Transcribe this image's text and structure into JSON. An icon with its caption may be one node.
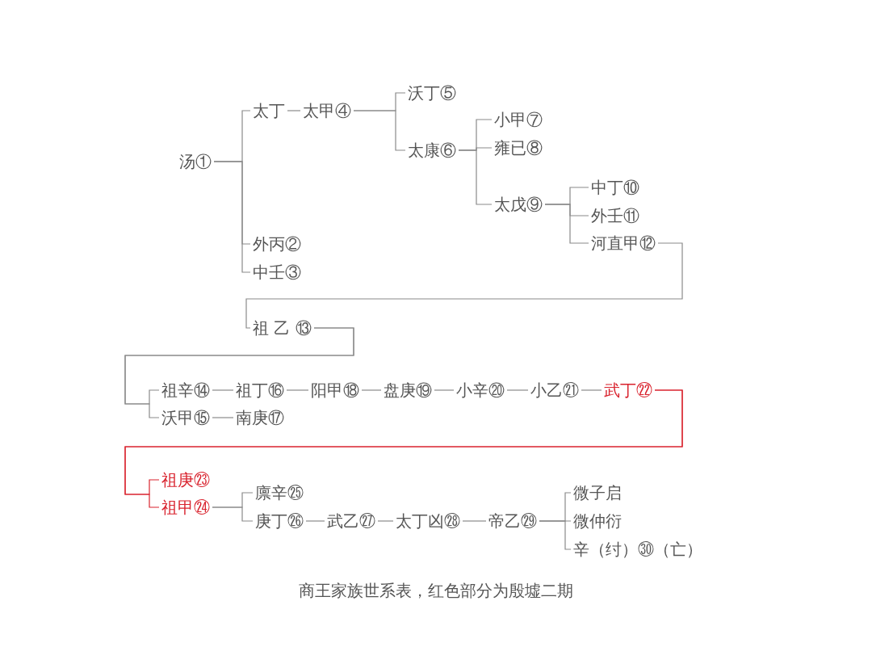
{
  "diagram": {
    "caption": "商王家族世系表，红色部分为殷墟二期",
    "nodes": [
      {
        "text": [
          "汤①"
        ]
      },
      {
        "text": [
          "太丁"
        ]
      },
      {
        "text": [
          "太甲④"
        ]
      },
      {
        "text": [
          "外丙②"
        ]
      },
      {
        "text": [
          "中壬③"
        ]
      },
      {
        "text": [
          "沃丁⑤"
        ]
      },
      {
        "text": [
          "太康⑥"
        ]
      },
      {
        "text": [
          "小甲⑦"
        ]
      },
      {
        "text": [
          "雍已⑧"
        ]
      },
      {
        "text": [
          "太戊⑨"
        ]
      },
      {
        "text": [
          "中丁⑩"
        ]
      },
      {
        "text": [
          "外壬⑪"
        ]
      },
      {
        "text": [
          "河直甲⑫"
        ]
      },
      {
        "text": [
          "祖 乙 ⑬"
        ]
      },
      {
        "text": [
          "祖辛⑭"
        ]
      },
      {
        "text": [
          "沃甲⑮"
        ]
      },
      {
        "text": [
          "祖丁⑯"
        ]
      },
      {
        "text": [
          "南庚⑰"
        ]
      },
      {
        "text": [
          "阳甲⑱"
        ]
      },
      {
        "text": [
          "盘庚⑲"
        ]
      },
      {
        "text": [
          "小辛⑳"
        ]
      },
      {
        "text": [
          "小乙㉑"
        ]
      },
      {
        "text": [
          "武丁㉒"
        ]
      },
      {
        "text": [
          "祖庚㉓"
        ]
      },
      {
        "text": [
          "祖甲㉔"
        ]
      },
      {
        "text": [
          "廪辛㉕"
        ]
      },
      {
        "text": [
          "庚丁㉖"
        ]
      },
      {
        "text": [
          "武乙㉗"
        ]
      },
      {
        "text": [
          "太丁凶㉘"
        ]
      },
      {
        "text": [
          "帝乙㉙"
        ]
      },
      {
        "text": [
          "微子启"
        ]
      },
      {
        "text": [
          "微仲衍"
        ]
      },
      {
        "text": [
          "辛（纣）㉚（亡）"
        ]
      }
    ],
    "edges": [
      {
        "from": 0,
        "to": 1,
        "arrow": "none"
      },
      {
        "from": 0,
        "to": 3,
        "arrow": "none"
      },
      {
        "from": 0,
        "to": 4,
        "arrow": "none"
      },
      {
        "from": 1,
        "to": 2,
        "arrow": "none"
      },
      {
        "from": 2,
        "to": 5,
        "arrow": "none"
      },
      {
        "from": 2,
        "to": 6,
        "arrow": "none"
      },
      {
        "from": 6,
        "to": 7,
        "arrow": "none"
      },
      {
        "from": 6,
        "to": 8,
        "arrow": "none"
      },
      {
        "from": 6,
        "to": 9,
        "arrow": "none"
      },
      {
        "from": 9,
        "to": 10,
        "arrow": "none"
      },
      {
        "from": 9,
        "to": 11,
        "arrow": "none"
      },
      {
        "from": 9,
        "to": 12,
        "arrow": "none"
      },
      {
        "from": 12,
        "to": 13,
        "arrow": "none"
      },
      {
        "from": 13,
        "to": 14,
        "arrow": "none"
      },
      {
        "from": 13,
        "to": 15,
        "arrow": "none"
      },
      {
        "from": 14,
        "to": 16,
        "arrow": "none"
      },
      {
        "from": 15,
        "to": 17,
        "arrow": "none"
      },
      {
        "from": 16,
        "to": 18,
        "arrow": "none"
      },
      {
        "from": 18,
        "to": 19,
        "arrow": "none"
      },
      {
        "from": 19,
        "to": 20,
        "arrow": "none"
      },
      {
        "from": 20,
        "to": 21,
        "arrow": "none"
      },
      {
        "from": 21,
        "to": 22,
        "arrow": "none"
      },
      {
        "from": 22,
        "to": 23,
        "arrow": "none",
        "color": "#d9232e"
      },
      {
        "from": 22,
        "to": 24,
        "arrow": "none",
        "color": "#d9232e"
      },
      {
        "from": 24,
        "to": 25,
        "arrow": "none"
      },
      {
        "from": 24,
        "to": 26,
        "arrow": "none"
      },
      {
        "from": 26,
        "to": 27,
        "arrow": "none"
      },
      {
        "from": 27,
        "to": 28,
        "arrow": "none"
      },
      {
        "from": 28,
        "to": 29,
        "arrow": "none"
      },
      {
        "from": 29,
        "to": 30,
        "arrow": "none"
      },
      {
        "from": 29,
        "to": 31,
        "arrow": "none"
      },
      {
        "from": 29,
        "to": 32,
        "arrow": "none"
      }
    ]
  }
}
